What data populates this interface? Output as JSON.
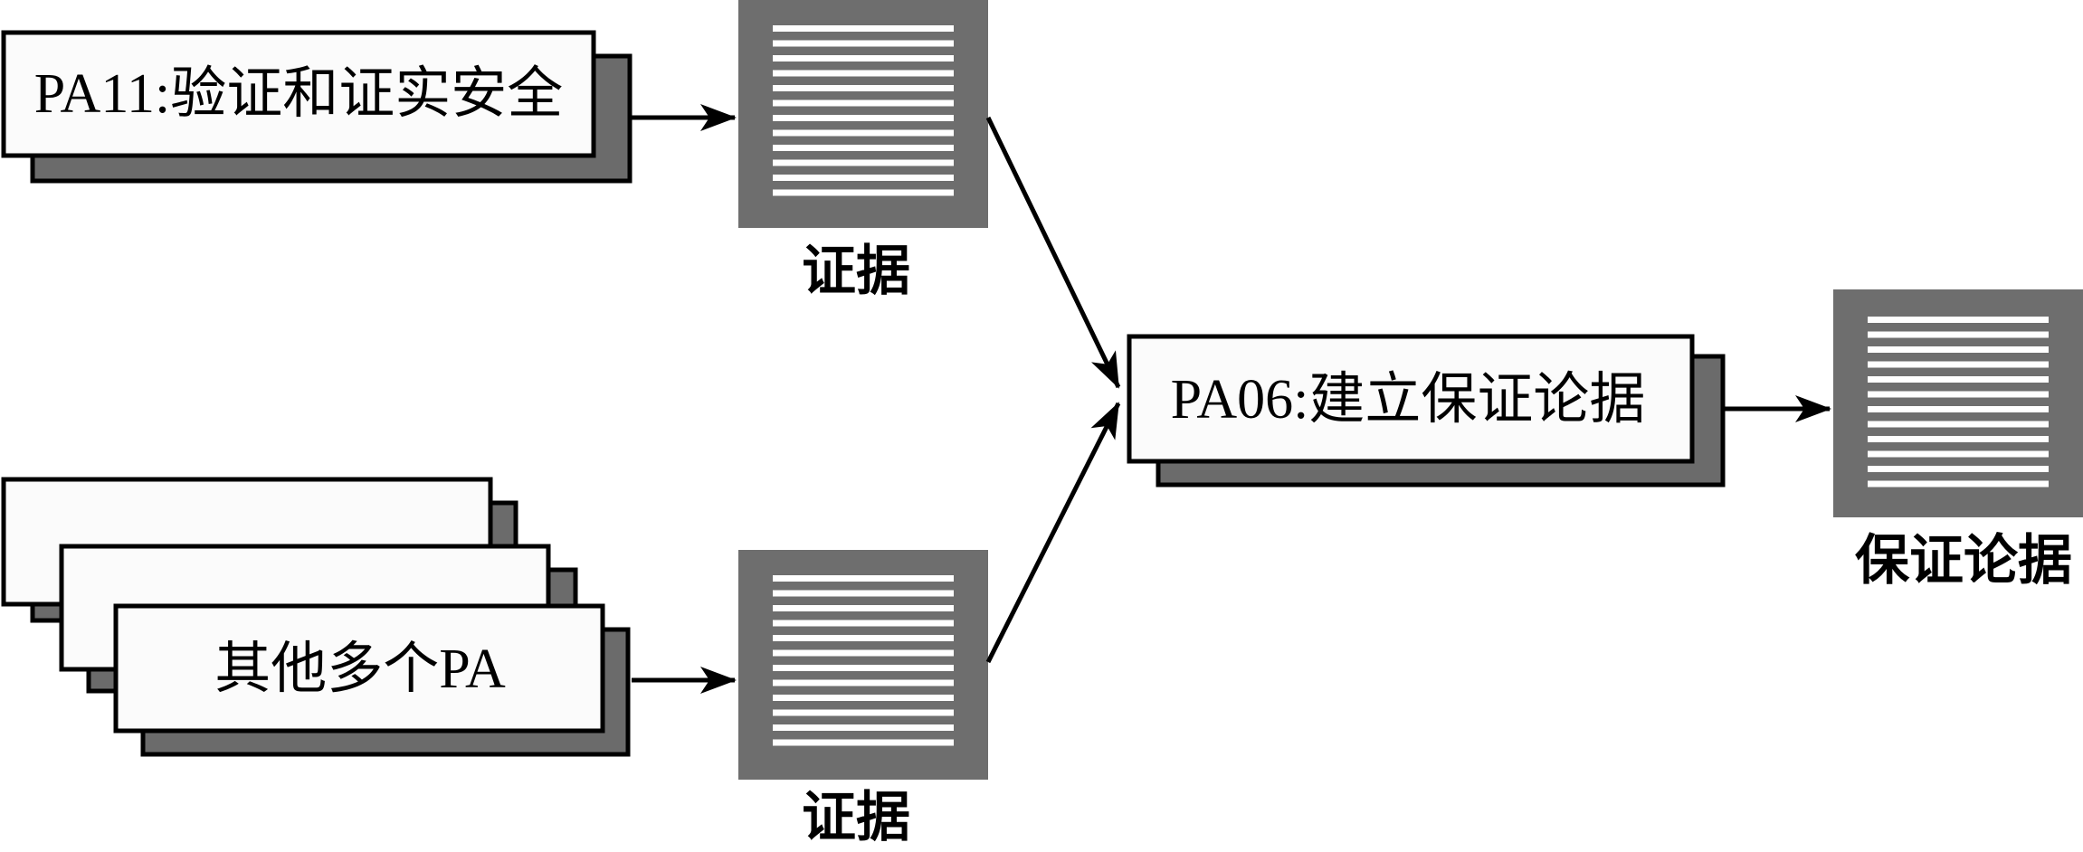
{
  "processes": {
    "pa11": {
      "label": "PA11:验证和证实安全"
    },
    "others": {
      "label": "其他多个PA"
    },
    "pa06": {
      "label": "PA06:建立保证论据"
    }
  },
  "documents": {
    "evidence_top": {
      "label": "证据"
    },
    "evidence_bottom": {
      "label": "证据"
    },
    "assurance_argument": {
      "label": "保证论据"
    }
  },
  "colors": {
    "shadow": "#6b6b6b",
    "box_fill": "#fbfbfb",
    "doc_fill": "#6e6e6e",
    "doc_lines": "#ffffff",
    "stroke": "#000000"
  }
}
